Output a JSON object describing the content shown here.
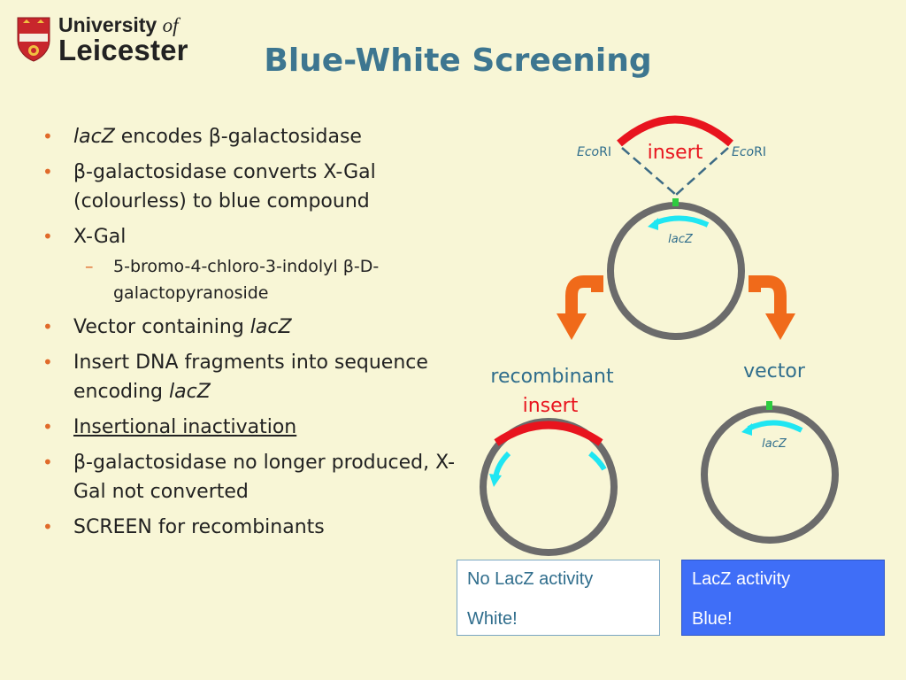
{
  "logo": {
    "line1": "University",
    "line1_of": "of",
    "line2": "Leicester",
    "shield_colors": [
      "#c8262c",
      "#f0c040"
    ]
  },
  "title": "Blue-White Screening",
  "bullets": [
    {
      "pre": "",
      "em": "lacZ",
      "post": " encodes β-galactosidase"
    },
    {
      "pre": "β-galactosidase converts X-Gal (colourless) to blue compound",
      "em": "",
      "post": ""
    },
    {
      "pre": "X-Gal",
      "em": "",
      "post": ""
    },
    {
      "pre": "Vector containing ",
      "em": "lacZ",
      "post": ""
    },
    {
      "pre": "Insert DNA fragments into sequence encoding ",
      "em": "lacZ",
      "post": ""
    },
    {
      "underlined": "Insertional inactivation"
    },
    {
      "pre": "β-galactosidase no longer produced, X-Gal not converted",
      "em": "",
      "post": ""
    },
    {
      "pre": "SCREEN for recombinants",
      "em": "",
      "post": ""
    }
  ],
  "sub_bullet": "5-bromo-4-chloro-3-indolyl β-D-galactopyranoside",
  "diagram": {
    "insert_label": "insert",
    "ecori_left_italic": "Eco",
    "ecori_left_rest": "RI",
    "ecori_right_italic": "Eco",
    "ecori_right_rest": "RI",
    "lacz_top": "lacZ",
    "recombinant_label": "recombinant",
    "recombinant_insert_label": "insert",
    "vector_label": "vector",
    "lacz_vector": "lacZ",
    "colors": {
      "insert": "#e8141e",
      "plasmid": "#6b6b6b",
      "lacz": "#1fe6f2",
      "site": "#2ecc40",
      "arrow": "#f06a1a",
      "text_teal": "#2f6d8c",
      "dash": "#3d6b85"
    }
  },
  "result_boxes": {
    "white": {
      "line1": "No LacZ activity",
      "line2": "White!"
    },
    "blue": {
      "line1": "LacZ activity",
      "line2": "Blue!"
    }
  }
}
